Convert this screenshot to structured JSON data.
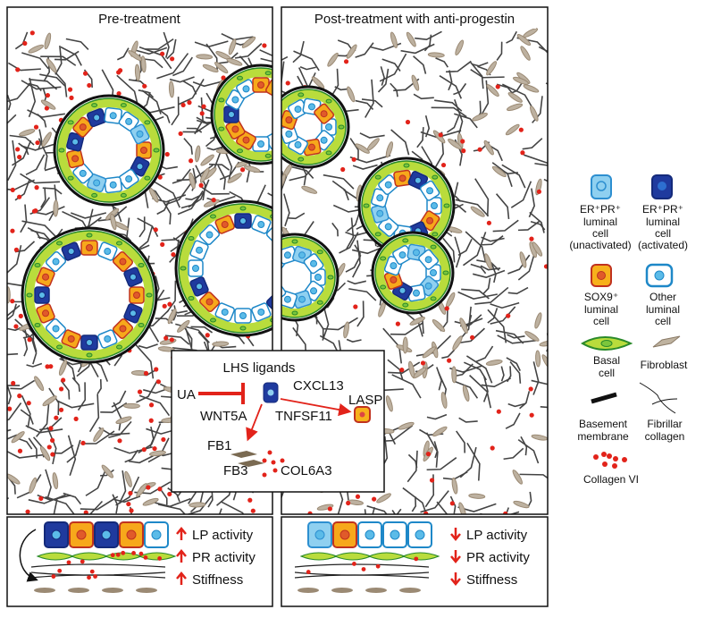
{
  "panels": {
    "left_title": "Pre-treatment",
    "right_title": "Post-treatment with anti-progestin"
  },
  "inset": {
    "title": "LHS ligands",
    "labels": {
      "ua": "UA",
      "wnt5a": "WNT5A",
      "cxcl13": "CXCL13",
      "tnfsf11": "TNFSF11",
      "lasp": "LASP",
      "fb1": "FB1",
      "fb3": "FB3",
      "col6a3": "COL6A3"
    }
  },
  "bottom_left": {
    "items": [
      {
        "label": "LP activity",
        "direction": "up"
      },
      {
        "label": "PR activity",
        "direction": "up"
      },
      {
        "label": "Stiffness",
        "direction": "up"
      }
    ]
  },
  "bottom_right": {
    "items": [
      {
        "label": "LP activity",
        "direction": "down"
      },
      {
        "label": "PR activity",
        "direction": "down"
      },
      {
        "label": "Stiffness",
        "direction": "down"
      }
    ]
  },
  "legend": {
    "er_unactivated": [
      "ER⁺PR⁺",
      "luminal",
      "cell",
      "(unactivated)"
    ],
    "er_activated": [
      "ER⁺PR⁺",
      "luminal",
      "cell",
      "(activated)"
    ],
    "sox9": [
      "SOX9⁺",
      "luminal",
      "cell"
    ],
    "other": [
      "Other",
      "luminal",
      "cell"
    ],
    "basal": [
      "Basal",
      "cell"
    ],
    "fibroblast": [
      "Fibroblast"
    ],
    "basement": [
      "Basement",
      "membrane"
    ],
    "fibrillar": [
      "Fibrillar",
      "collagen"
    ],
    "collagen6": [
      "Collagen VI"
    ]
  },
  "colors": {
    "red": "#e2231a",
    "dark_blue": "#1f3a9e",
    "light_blue": "#8fd0f0",
    "sox9": "#f7a81b",
    "basal": "#b9dc3c",
    "fibroblast": "#9b8a74",
    "fiber": "#444444"
  }
}
